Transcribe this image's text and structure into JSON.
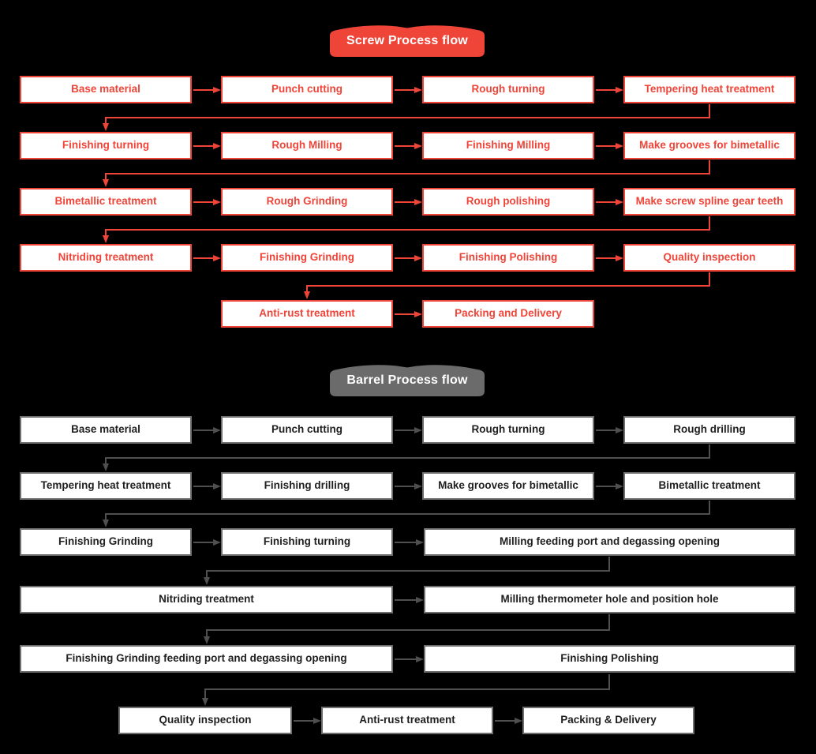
{
  "page": {
    "background": "#000000",
    "box_fill": "#ffffff"
  },
  "colors": {
    "screw_accent": "#ef4539",
    "barrel_banner_fill": "#6b6b6b",
    "barrel_box_border": "#6e6e6e",
    "barrel_text": "#1f1f1f",
    "barrel_arrow": "#4f4f4f",
    "banner_text": "#ffffff"
  },
  "screw_flow": {
    "banner": "Screw Process flow",
    "rows": [
      [
        "Base material",
        "Punch cutting",
        "Rough turning",
        "Tempering heat treatment"
      ],
      [
        "Finishing turning",
        "Rough Milling",
        "Finishing Milling",
        "Make grooves for bimetallic"
      ],
      [
        "Bimetallic treatment",
        "Rough Grinding",
        "Rough polishing",
        "Make screw spline gear teeth"
      ],
      [
        "Nitriding treatment",
        "Finishing Grinding",
        "Finishing Polishing",
        "Quality inspection"
      ],
      [
        "Anti-rust treatment",
        "Packing and Delivery"
      ]
    ]
  },
  "barrel_flow": {
    "banner": "Barrel Process flow",
    "rows": [
      [
        "Base material",
        "Punch cutting",
        "Rough turning",
        "Rough drilling"
      ],
      [
        "Tempering heat treatment",
        "Finishing drilling",
        "Make grooves for bimetallic",
        "Bimetallic treatment"
      ],
      [
        "Finishing Grinding",
        "Finishing turning",
        "Milling feeding port and degassing opening"
      ],
      [
        "Nitriding treatment",
        "Milling thermometer hole and position hole"
      ],
      [
        "Finishing Grinding feeding port and degassing opening",
        "Finishing Polishing"
      ],
      [
        "Quality inspection",
        "Anti-rust treatment",
        "Packing & Delivery"
      ]
    ]
  }
}
